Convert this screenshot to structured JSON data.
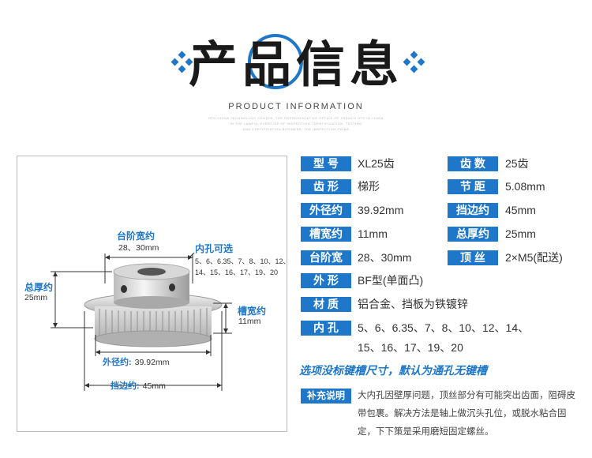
{
  "header": {
    "title": "产品信息",
    "subtitle": "PRODUCT INFORMATION",
    "fine_print": [
      "OTC CHINA TECHNOLOGY CENTER, THE REPRESENTATIVE OFFICE OF FRENCH OTC IN CHINA",
      "IN THE LAWFUL EXERCISE OF INSPECTION, IDENTIFICATION, TESTING",
      "AND CERTIFICATION BUSINESS, THE INSPECTION CHINA"
    ]
  },
  "diagram": {
    "step_width_label": "台阶宽约",
    "step_width_value": "28、30mm",
    "bore_label": "内孔可选",
    "bore_line1": "5、6、6.35、7、8、10、12、",
    "bore_line2": "14、15、16、17、19、20",
    "total_thick_label": "总厚约",
    "total_thick_value": "25mm",
    "groove_label": "槽宽约",
    "groove_value": "11mm",
    "outer_label": "外径约:",
    "outer_value": "39.92mm",
    "flange_label": "挡边约:",
    "flange_value": "45mm"
  },
  "specs": {
    "model_label": "型  号",
    "model_value": "XL25齿",
    "teeth_label": "齿  数",
    "teeth_value": "25齿",
    "tooth_shape_label": "齿  形",
    "tooth_shape_value": "梯形",
    "pitch_label": "节  距",
    "pitch_value": "5.08mm",
    "outer_label": "外径约",
    "outer_value": "39.92mm",
    "flange_label": "挡边约",
    "flange_value": "45mm",
    "groove_label": "槽宽约",
    "groove_value": "11mm",
    "total_label": "总厚约",
    "total_value": "25mm",
    "step_label": "台阶宽",
    "step_value": "28、30mm",
    "screw_label": "顶  丝",
    "screw_value": "2×M5(配送)",
    "shape_label": "外  形",
    "shape_value": "BF型(单面凸)",
    "material_label": "材  质",
    "material_value": "铝合金、挡板为铁镀锌",
    "bore_label": "内  孔",
    "bore_line1": "5、6、6.35、7、8、10、12、14、",
    "bore_line2": "15、16、17、19、20"
  },
  "note": "选项没标键槽尺寸，默认为通孔无键槽",
  "supplement": {
    "label": "补充说明",
    "text": "大内孔因壁厚问题，顶丝部分有可能突出齿面，阻碍皮带包裹。解决方法是轴上做沉头孔位，或脱水粘合固定，下下策是采用磨短固定螺丝。"
  },
  "colors": {
    "accent": "#1e77c8",
    "text": "#333333"
  }
}
